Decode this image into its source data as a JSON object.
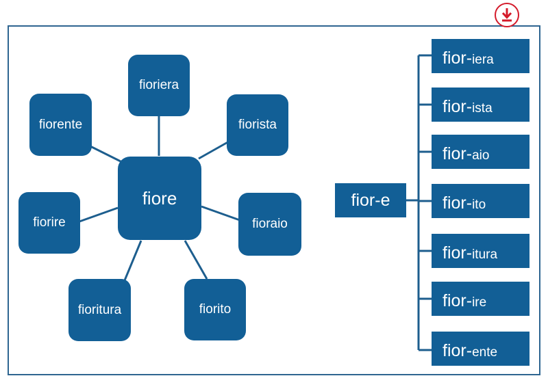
{
  "download": {
    "icon": "download-icon",
    "color": "#d41a2a"
  },
  "colors": {
    "node": "#125f96",
    "line": "#1d5e8e",
    "frame": "#2e6590"
  },
  "web": {
    "center": "fiore",
    "spokes": [
      "fioriera",
      "fiorista",
      "fioraio",
      "fiorito",
      "fioritura",
      "fiorire",
      "fiorente"
    ]
  },
  "tree": {
    "root": "fior-e",
    "stem": "fior-",
    "suffixes": [
      "iera",
      "ista",
      "aio",
      "ito",
      "itura",
      "ire",
      "ente"
    ]
  }
}
